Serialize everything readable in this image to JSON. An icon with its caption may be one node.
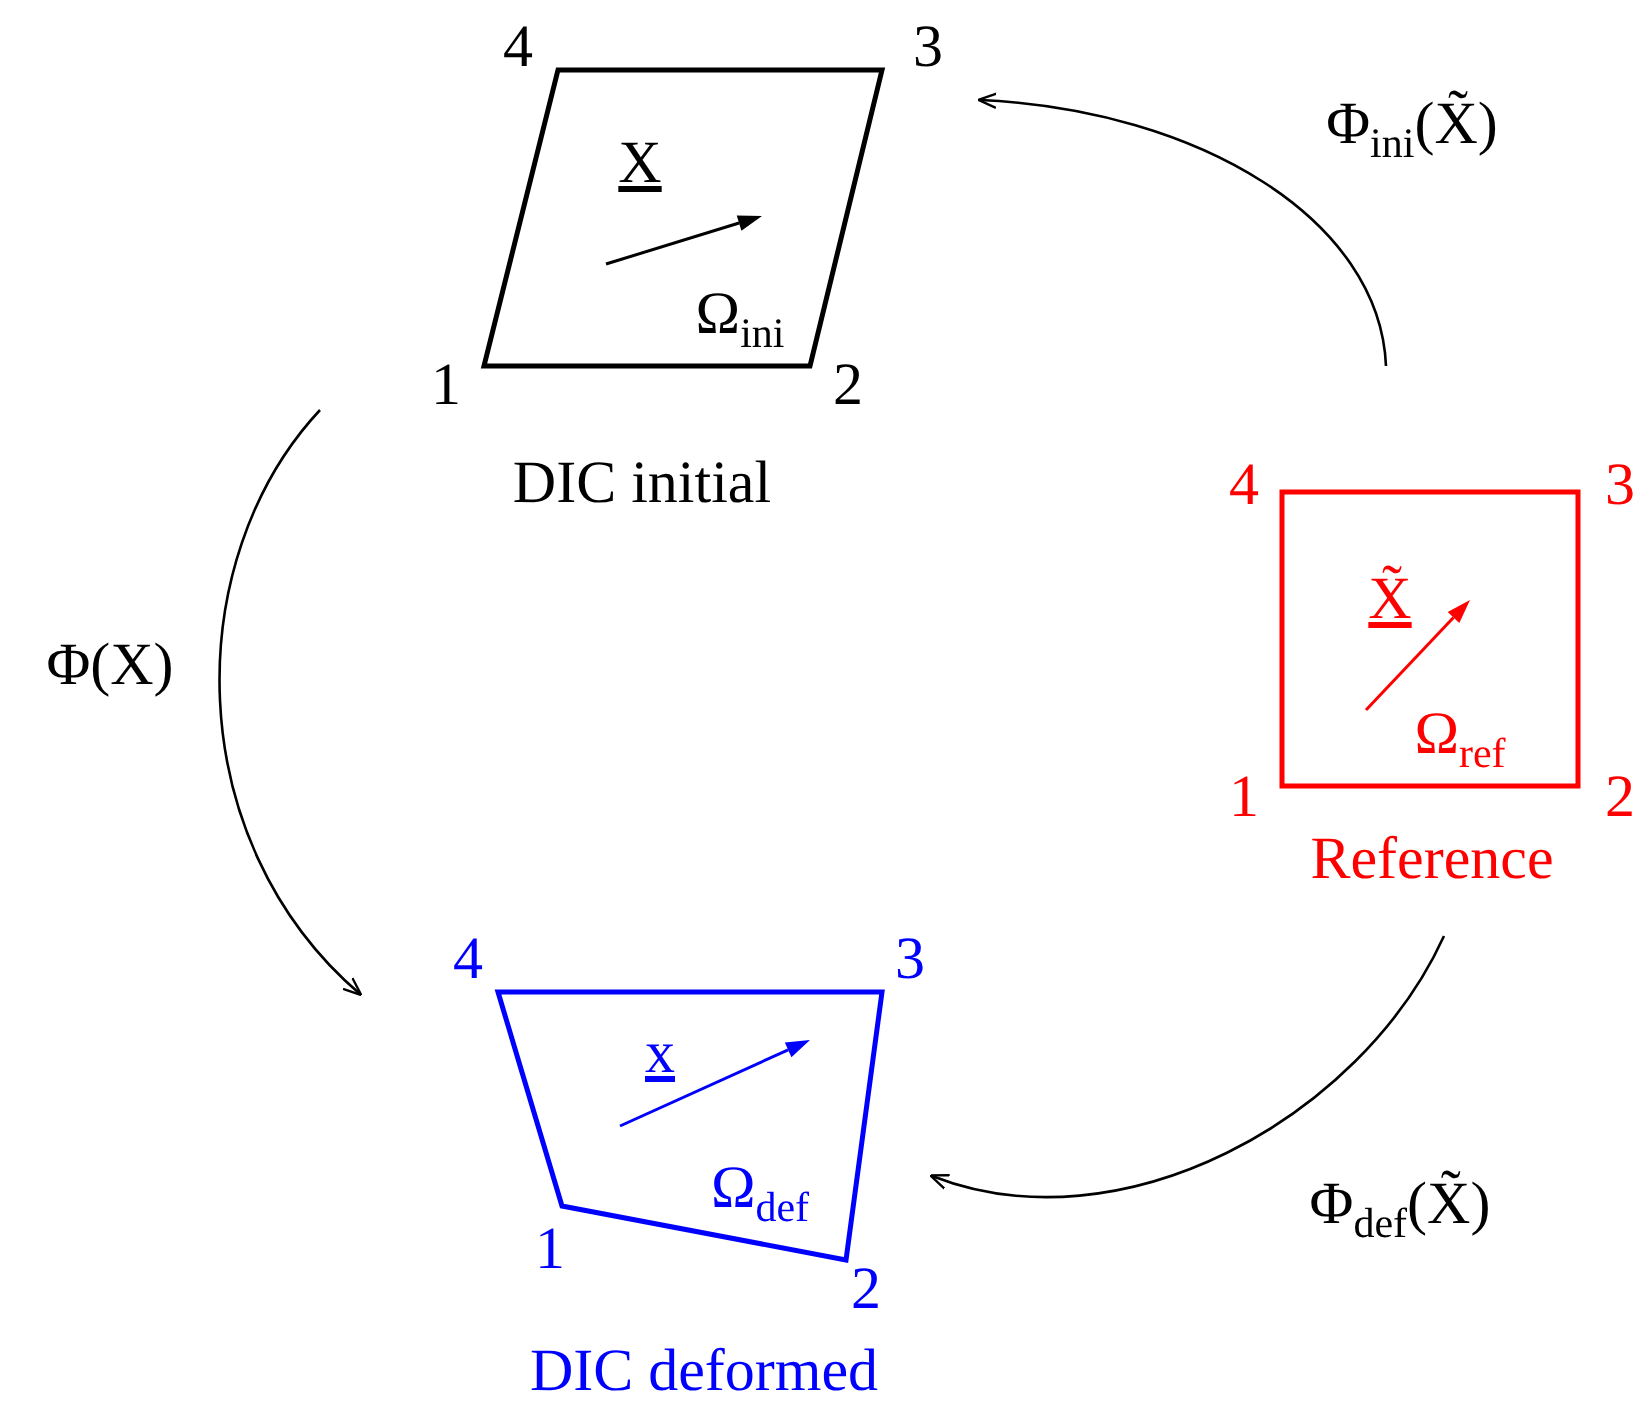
{
  "diagram": {
    "nodes": [
      {
        "text": [
          "X",
          "Ω$_{ini}$",
          "DIC initial"
        ],
        "beside": [
          "4",
          "3",
          "1",
          "2"
        ]
      },
      {
        "text": [
          "X̃",
          "Ω$_{ref}$",
          "Reference"
        ],
        "beside": [
          "4",
          "3",
          "1",
          "2"
        ]
      },
      {
        "text": [
          "x",
          "Ω$_{def}$",
          "DIC deformed"
        ],
        "beside": [
          "4",
          "3",
          "1",
          "2"
        ]
      }
    ],
    "edges": [
      {
        "from": 0,
        "to": 2,
        "arrow": "to",
        "label": "Φ(X)"
      },
      {
        "from": 1,
        "to": 0,
        "arrow": "to",
        "label": "Φ$_{ini}$(X̃)"
      },
      {
        "from": 1,
        "to": 2,
        "arrow": "to",
        "label": "Φ$_{def}$(X̃)"
      }
    ]
  }
}
